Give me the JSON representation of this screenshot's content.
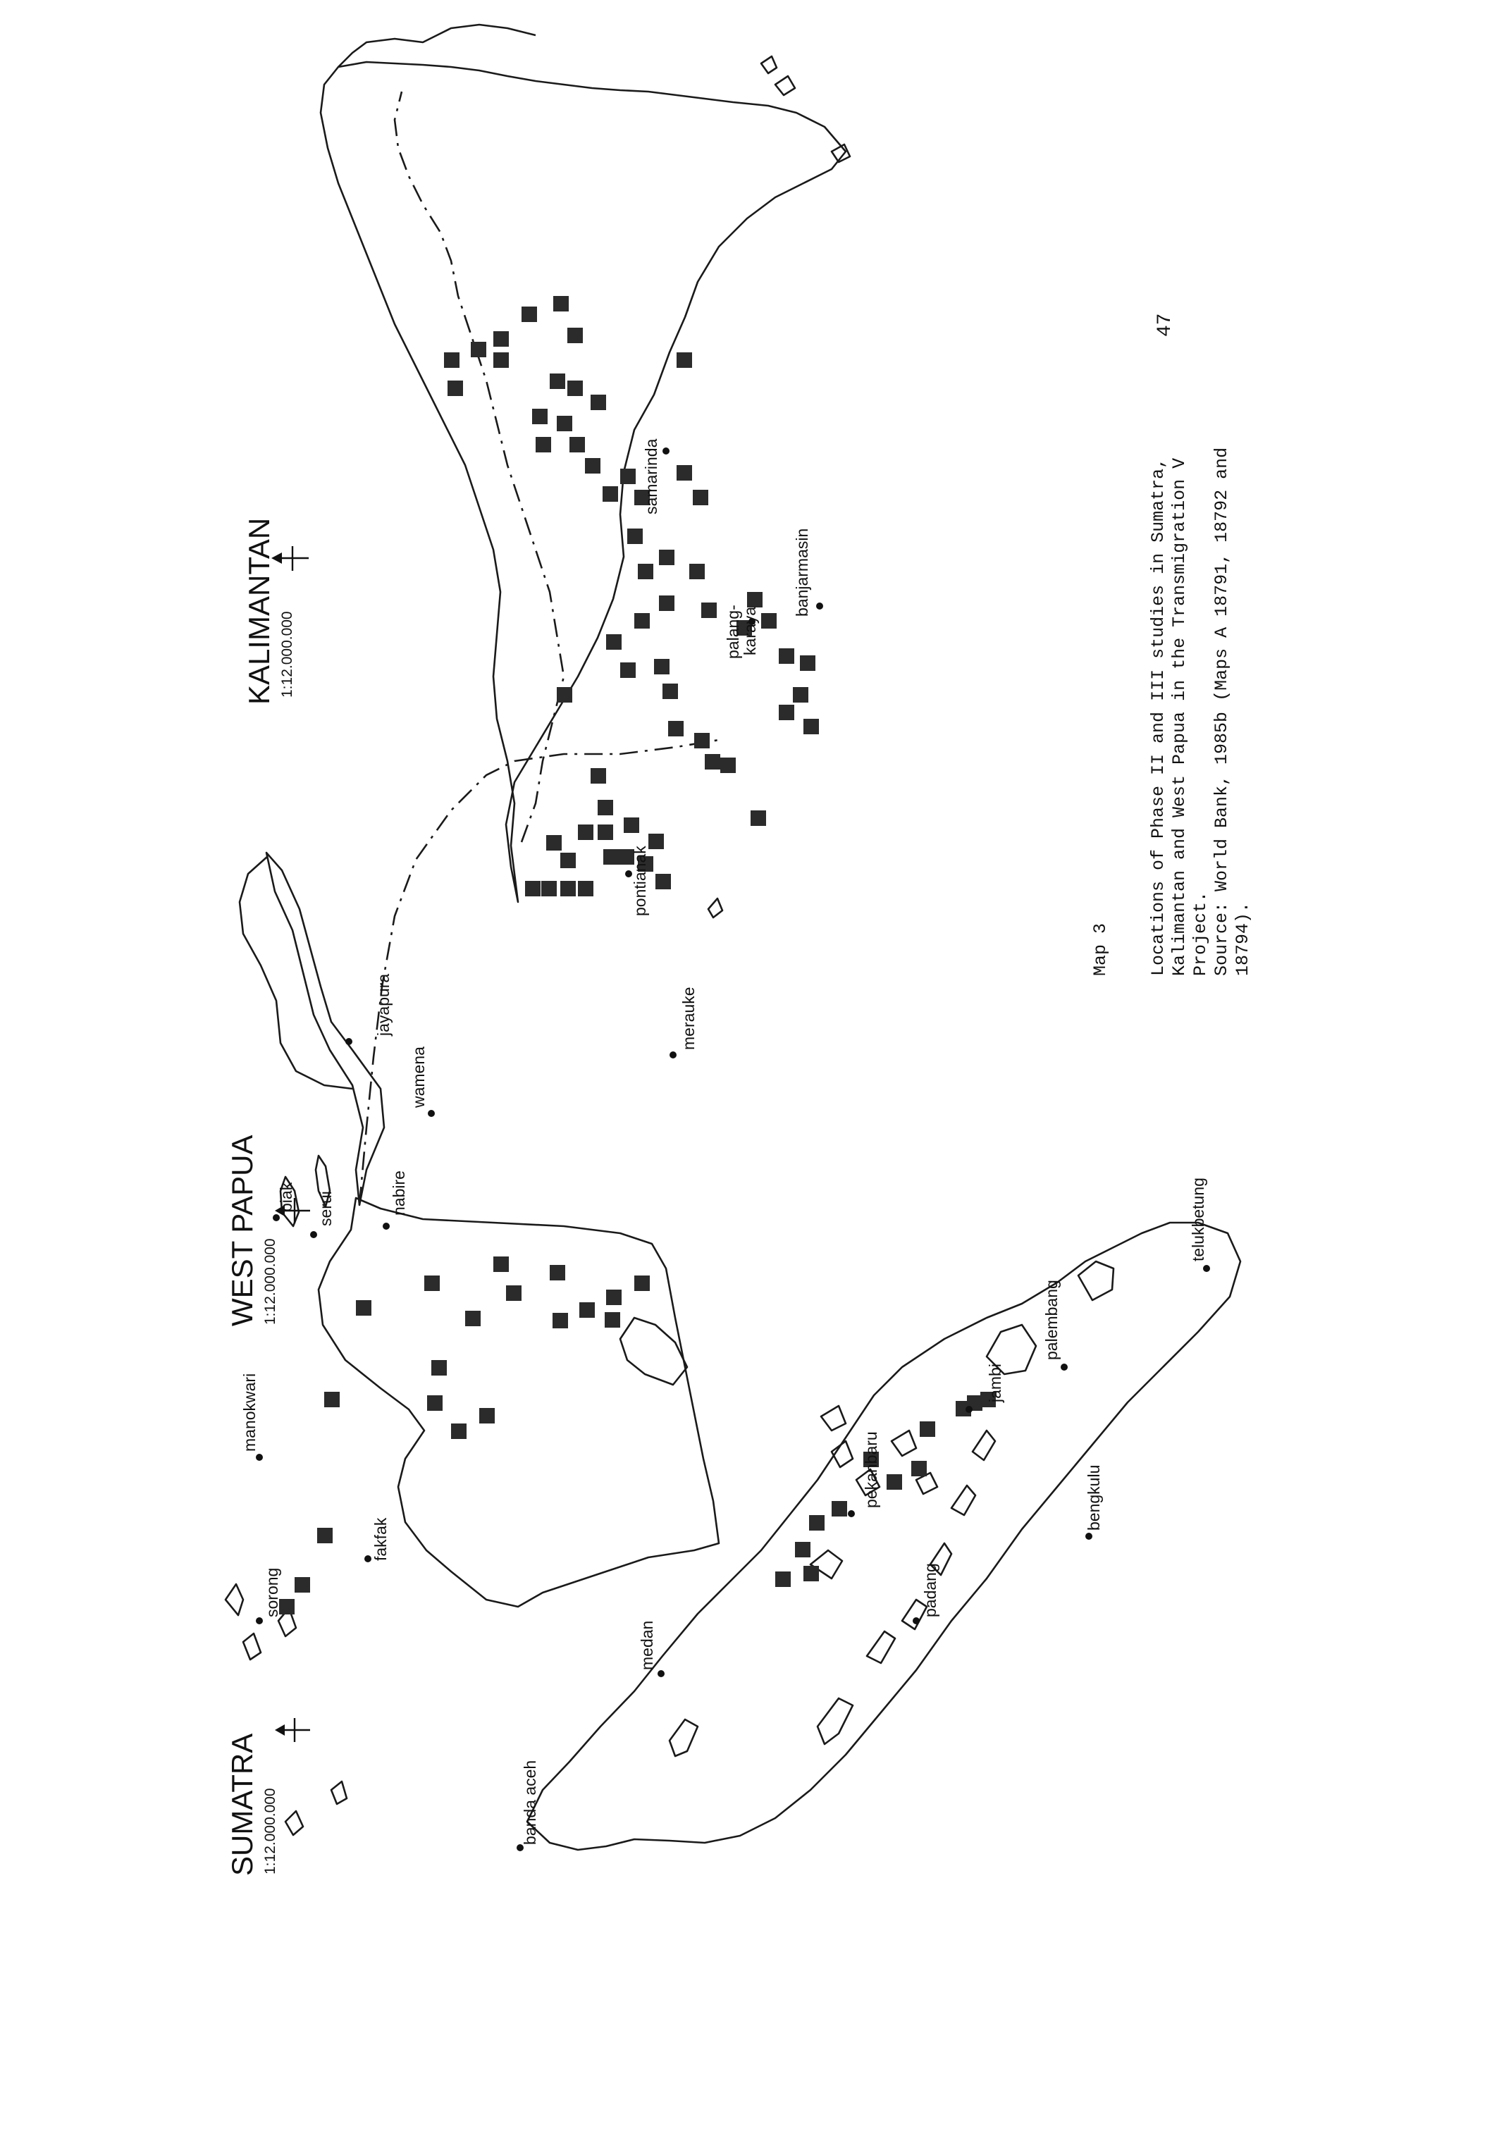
{
  "page_number": "47",
  "maps": {
    "west_papua": {
      "title": "WEST PAPUA",
      "scale": "1:12.000.000",
      "places": [
        "sorong",
        "fakfak",
        "manokwari",
        "biak",
        "serui",
        "nabire",
        "wamena",
        "jayapura",
        "merauke"
      ]
    },
    "sumatra": {
      "title": "SUMATRA",
      "scale": "1:12.000.000",
      "places": [
        "banda aceh",
        "medan",
        "pekanbaru",
        "padang",
        "jambi",
        "bengkulu",
        "palembang",
        "telukbetung"
      ]
    },
    "kalimantan": {
      "title": "KALIMANTAN",
      "scale": "1:12.000.000",
      "places": [
        "pontianak",
        "palang-",
        "karaya",
        "banjarmasin",
        "samarinda"
      ]
    }
  },
  "legend": {
    "symbol": "filled-square",
    "meaning": "Locations of Phase II and III studies"
  },
  "caption": {
    "label": "Map 3",
    "lines": [
      "Locations of Phase II and III studies in Sumatra,",
      "Kalimantan and West Papua in the Transmigration V",
      "Project.",
      "Source: World Bank, 1985b (Maps A 18791, 18792 and",
      "18794)."
    ]
  }
}
